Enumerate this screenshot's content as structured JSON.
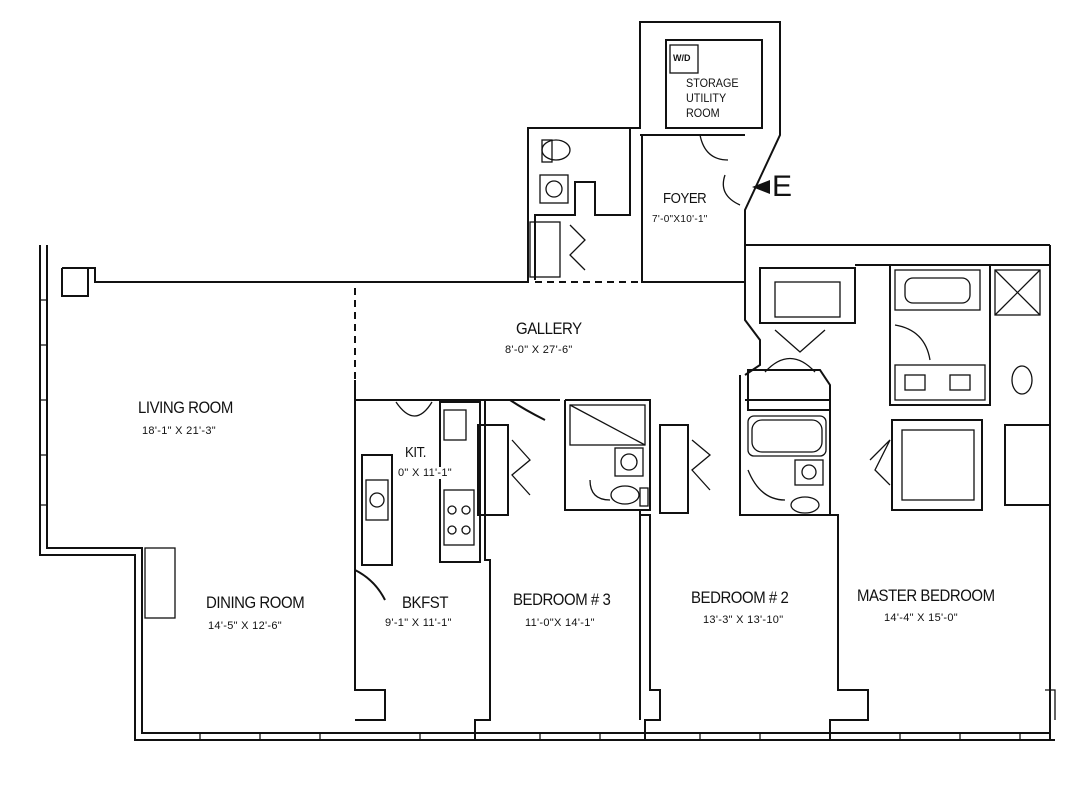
{
  "rooms": {
    "wd": "W/D",
    "storage": [
      "STORAGE",
      "UTILITY",
      "ROOM"
    ],
    "foyer": {
      "name": "FOYER",
      "dims": "7'-0\"X10'-1\""
    },
    "entry": "E",
    "gallery": {
      "name": "GALLERY",
      "dims": "8'-0\" X 27'-6\""
    },
    "living": {
      "name": "LIVING ROOM",
      "dims": "18'-1\" X 21'-3\""
    },
    "kitchen": {
      "name": "KIT.",
      "dims": "0\" X 11'-1\""
    },
    "dining": {
      "name": "DINING ROOM",
      "dims": "14'-5\" X 12'-6\""
    },
    "bkfst": {
      "name": "BKFST",
      "dims": "9'-1\" X 11'-1\""
    },
    "bedroom3": {
      "name": "BEDROOM # 3",
      "dims": "11'-0\"X 14'-1\""
    },
    "bedroom2": {
      "name": "BEDROOM # 2",
      "dims": "13'-3\" X 13'-10\""
    },
    "master": {
      "name": "MASTER BEDROOM",
      "dims": "14'-4\" X 15'-0\""
    }
  }
}
